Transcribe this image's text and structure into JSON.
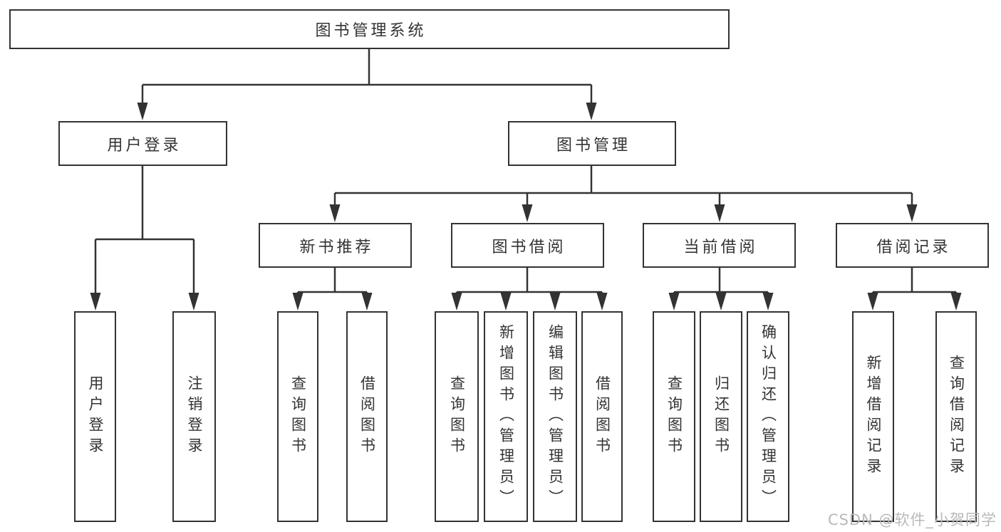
{
  "diagram": {
    "type": "hierarchy-tree",
    "title": "图书管理系统",
    "level2": {
      "user_login": "用户登录",
      "book_mgmt": "图书管理"
    },
    "level3": {
      "new_books": "新书推荐",
      "book_borrow": "图书借阅",
      "current_borrow": "当前借阅",
      "borrow_records": "借阅记录"
    },
    "level4": {
      "user_login": [
        "用户登录",
        "注销登录"
      ],
      "new_books": [
        "查询图书",
        "借阅图书"
      ],
      "book_borrow": [
        "查询图书",
        "新增图书（管理员）",
        "编辑图书（管理员）",
        "借阅图书"
      ],
      "current_borrow": [
        "查询图书",
        "归还图书",
        "确认归还（管理员）"
      ],
      "borrow_records": [
        "新增借阅记录",
        "查询借阅记录"
      ]
    }
  },
  "watermark": {
    "text": "CSDN @软件_小贺同学",
    "color": "#b9b9b9"
  },
  "colors": {
    "line": "#333333",
    "border": "#333333",
    "text": "#333333",
    "background": "#ffffff"
  }
}
